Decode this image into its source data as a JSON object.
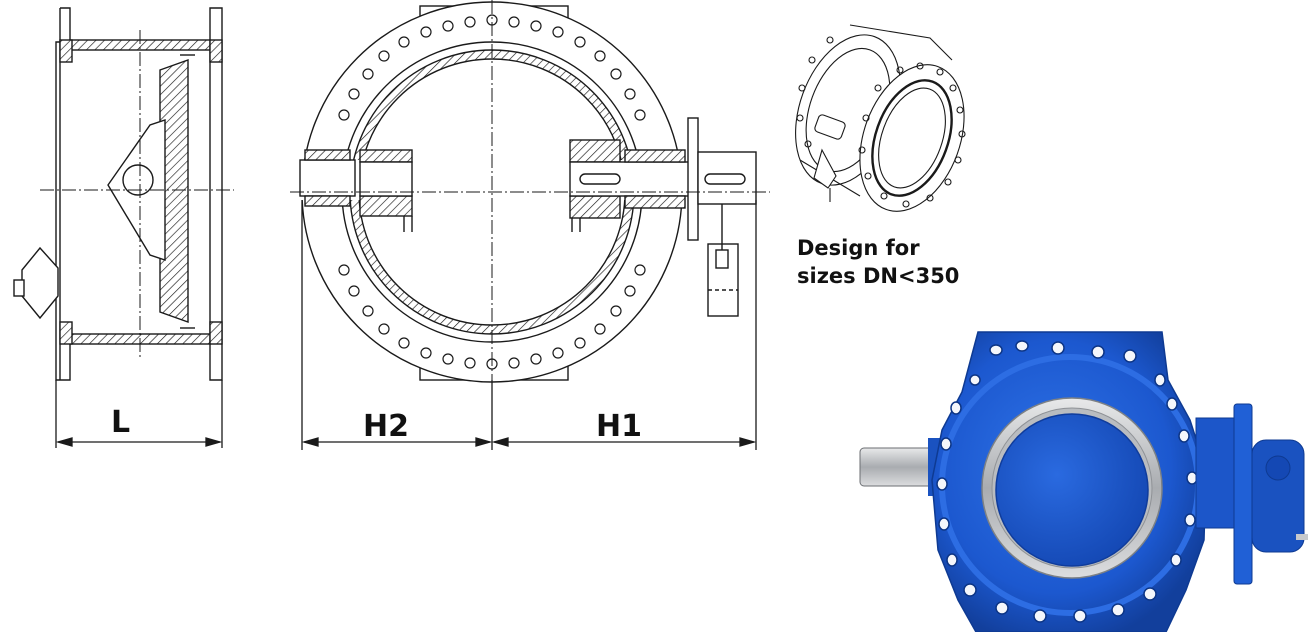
{
  "dimensions": {
    "L": "L",
    "H2": "H2",
    "H1": "H1"
  },
  "caption": {
    "line1": "Design for",
    "line2": "sizes DN<350"
  },
  "colors": {
    "line": "#1a1a1a",
    "valve_blue": "#1f5fd6",
    "valve_blue_dark": "#1242a8",
    "disc_blue": "#1a56c9",
    "steel": "#c7c9cc"
  }
}
